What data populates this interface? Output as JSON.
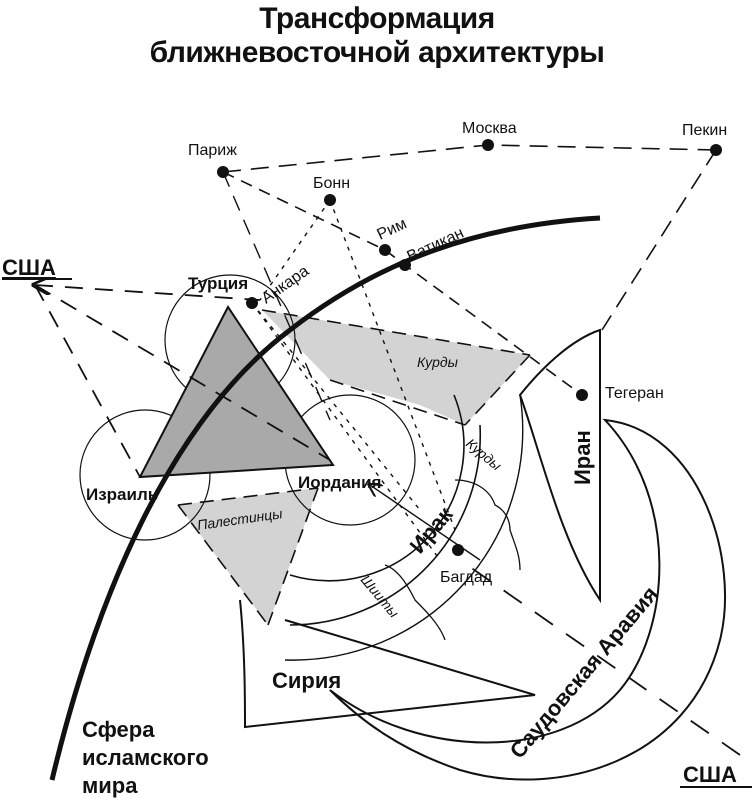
{
  "title": {
    "line1": "Трансформация",
    "line2": "ближневосточной архитектуры"
  },
  "colors": {
    "ink": "#111111",
    "triangle_fill": "#a9a9a9",
    "zone_fill": "#d3d3d3",
    "background": "#ffffff"
  },
  "cities": {
    "paris": "Париж",
    "moscow": "Москва",
    "beijing": "Пекин",
    "bonn": "Бонн",
    "rome": "Рим",
    "vatican": "Ватикан",
    "ankara": "Анкара",
    "tehran": "Тегеран",
    "baghdad": "Багдад"
  },
  "countries": {
    "usa_top": "США",
    "usa_bottom": "США",
    "turkey": "Турция",
    "israel": "Израиль",
    "jordan": "Иордания",
    "iraq": "Ирак",
    "iran": "Иран",
    "syria": "Сирия",
    "saudi_arabia": "Саудовская Аравия"
  },
  "groups": {
    "kurds_main": "Курды",
    "kurds_iraq": "Курды",
    "palestinians": "Палестинцы",
    "shiites": "Шииты"
  },
  "sphere_label": {
    "line1": "Сфера",
    "line2": "исламского",
    "line3": "мира"
  }
}
